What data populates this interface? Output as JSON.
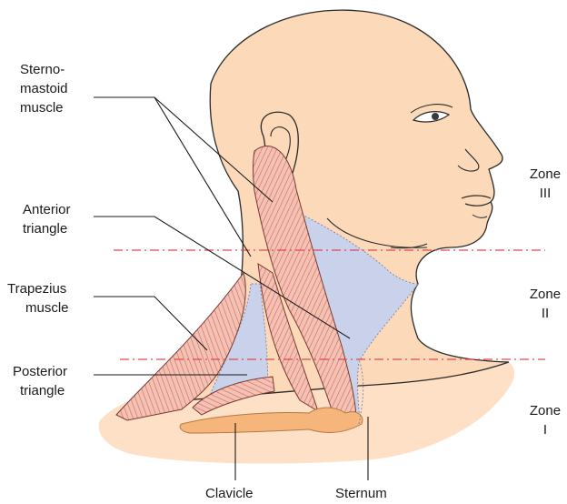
{
  "labels": {
    "sternomastoid": [
      "Sterno-",
      "mastoid",
      "muscle"
    ],
    "anterior_triangle": [
      "Anterior",
      "triangle"
    ],
    "trapezius": [
      "Trapezius",
      "muscle"
    ],
    "posterior_triangle": [
      "Posterior",
      "triangle"
    ],
    "clavicle": "Clavicle",
    "sternum": "Sternum"
  },
  "zones": [
    {
      "word": "Zone",
      "numeral": "III"
    },
    {
      "word": "Zone",
      "numeral": "II"
    },
    {
      "word": "Zone",
      "numeral": "I"
    }
  ],
  "colors": {
    "skin": "#fbd9b9",
    "skin_outline": "#2a2a2a",
    "shoulder_skin": "#fde0c6",
    "triangle_fill": "#c9d2ea",
    "muscle_fill": "#f3c2b5",
    "muscle_stripe": "#d2655a",
    "bone": "#f6b57b",
    "zone_line": "#e2474f",
    "leader_line": "#1a1a1a"
  }
}
